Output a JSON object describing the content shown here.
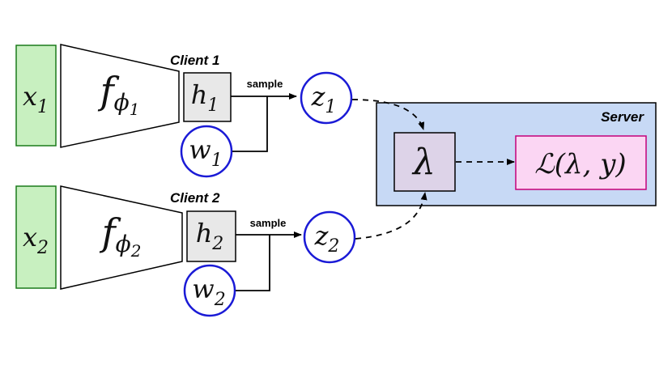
{
  "clients": [
    {
      "title": "Client 1",
      "x": {
        "base": "x",
        "sub": "1"
      },
      "f": {
        "base": "f",
        "sub": "ϕ",
        "subsub": "1"
      },
      "h": {
        "base": "h",
        "sub": "1"
      },
      "w": {
        "base": "w",
        "sub": "1"
      },
      "z": {
        "base": "z",
        "sub": "1"
      },
      "arrow_label": "sample"
    },
    {
      "title": "Client 2",
      "x": {
        "base": "x",
        "sub": "2"
      },
      "f": {
        "base": "f",
        "sub": "ϕ",
        "subsub": "2"
      },
      "h": {
        "base": "h",
        "sub": "2"
      },
      "w": {
        "base": "w",
        "sub": "2"
      },
      "z": {
        "base": "z",
        "sub": "2"
      },
      "arrow_label": "sample"
    }
  ],
  "server": {
    "title": "Server",
    "lambda": "λ",
    "loss": "ℒ(λ, y)"
  },
  "colors": {
    "input_fill": "#c8f0c0",
    "input_stroke": "#1a7a1a",
    "server_fill": "#c7d9f5",
    "lambda_fill": "#ddd3e8",
    "loss_fill": "#fbd6f3",
    "loss_stroke": "#c4007a",
    "circle_stroke": "#1a1ad6",
    "h_fill": "#e8e8e8"
  }
}
